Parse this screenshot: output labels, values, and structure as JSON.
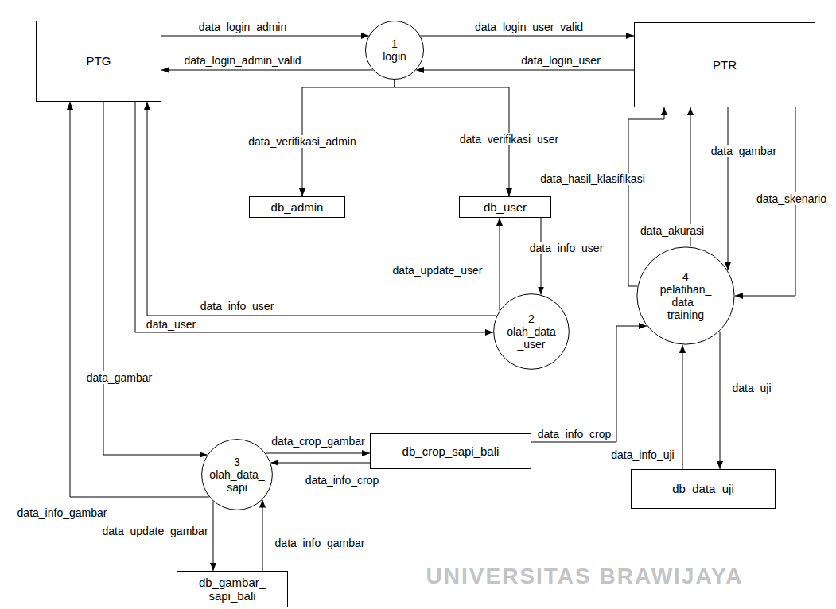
{
  "diagram": {
    "nodes": [
      {
        "text": [
          "PTG"
        ]
      },
      {
        "text": [
          "1",
          "login"
        ]
      },
      {
        "text": [
          "PTR"
        ]
      },
      {
        "text": [
          "db_admin"
        ]
      },
      {
        "text": [
          "db_user"
        ]
      },
      {
        "text": [
          "2",
          "olah_data _user"
        ]
      },
      {
        "text": [
          "4",
          "pelatihan_ data_ training"
        ]
      },
      {
        "text": [
          "3",
          "olah_data_ sapi"
        ]
      },
      {
        "text": [
          "db_crop_sapi_bali"
        ]
      },
      {
        "text": [
          "db_data_uji"
        ]
      },
      {
        "text": [
          "db_gambar_ sapi_bali"
        ]
      }
    ],
    "edges": [
      {
        "from": 0,
        "to": 1,
        "label": "data_login_admin",
        "arrow": "to"
      },
      {
        "from": 1,
        "to": 0,
        "label": "data_login_admin_valid",
        "arrow": "to"
      },
      {
        "from": 1,
        "to": 2,
        "label": "data_login_user_valid",
        "arrow": "to"
      },
      {
        "from": 2,
        "to": 1,
        "label": "data_login_user",
        "arrow": "to"
      },
      {
        "from": 1,
        "to": 3,
        "label": "data_verifikasi_admin",
        "arrow": "to"
      },
      {
        "from": 1,
        "to": 4,
        "label": "data_verifikasi_user",
        "arrow": "to"
      },
      {
        "from": 5,
        "to": 4,
        "label": "data_update_user",
        "arrow": "to"
      },
      {
        "from": 4,
        "to": 5,
        "label": "data_info_user",
        "arrow": "to"
      },
      {
        "from": 5,
        "to": 0,
        "label": "data_info_user",
        "arrow": "to"
      },
      {
        "from": 0,
        "to": 5,
        "label": "data_user",
        "arrow": "to"
      },
      {
        "from": 0,
        "to": 7,
        "label": "data_gambar",
        "arrow": "to"
      },
      {
        "from": 7,
        "to": 0,
        "label": "data_info_gambar",
        "arrow": "to"
      },
      {
        "from": 7,
        "to": 8,
        "label": "data_crop_gambar",
        "arrow": "to"
      },
      {
        "from": 8,
        "to": 7,
        "label": "data_info_crop",
        "arrow": "to"
      },
      {
        "from": 8,
        "to": 6,
        "label": "data_info_crop",
        "arrow": "to"
      },
      {
        "from": 7,
        "to": 10,
        "label": "data_update_gambar",
        "arrow": "to"
      },
      {
        "from": 10,
        "to": 7,
        "label": "data_info_gambar",
        "arrow": "to"
      },
      {
        "from": 6,
        "to": 2,
        "label": "data_hasil_klasifikasi",
        "arrow": "to"
      },
      {
        "from": 6,
        "to": 2,
        "label": "data_akurasi",
        "arrow": "to"
      },
      {
        "from": 2,
        "to": 6,
        "label": "data_gambar",
        "arrow": "to"
      },
      {
        "from": 2,
        "to": 6,
        "label": "data_skenario",
        "arrow": "to"
      },
      {
        "from": 6,
        "to": 9,
        "label": "data_uji",
        "arrow": "to"
      },
      {
        "from": 9,
        "to": 6,
        "label": "data_info_uji",
        "arrow": "to"
      }
    ],
    "labels": [
      "UNIVERSITAS BRAWIJAYA"
    ]
  }
}
